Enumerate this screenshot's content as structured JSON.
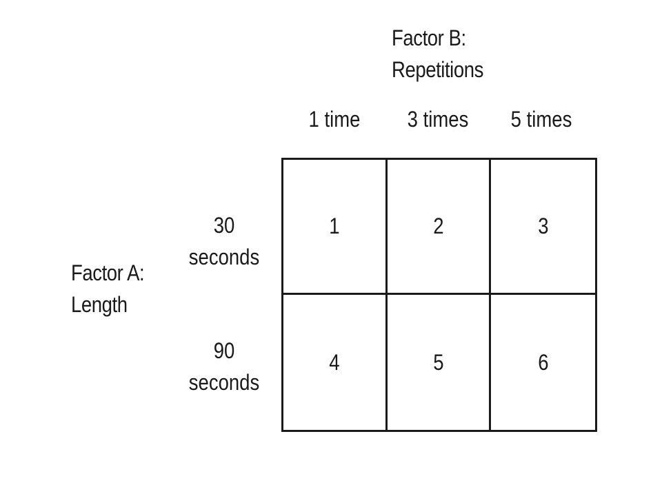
{
  "factor_b": {
    "line1": "Factor B:",
    "line2": "Repetitions",
    "levels": [
      "1 time",
      "3 times",
      "5 times"
    ]
  },
  "factor_a": {
    "line1": "Factor A:",
    "line2": "Length",
    "levels": [
      {
        "line1": "30",
        "line2": "seconds"
      },
      {
        "line1": "90",
        "line2": "seconds"
      }
    ]
  },
  "cells": [
    [
      "1",
      "2",
      "3"
    ],
    [
      "4",
      "5",
      "6"
    ]
  ]
}
